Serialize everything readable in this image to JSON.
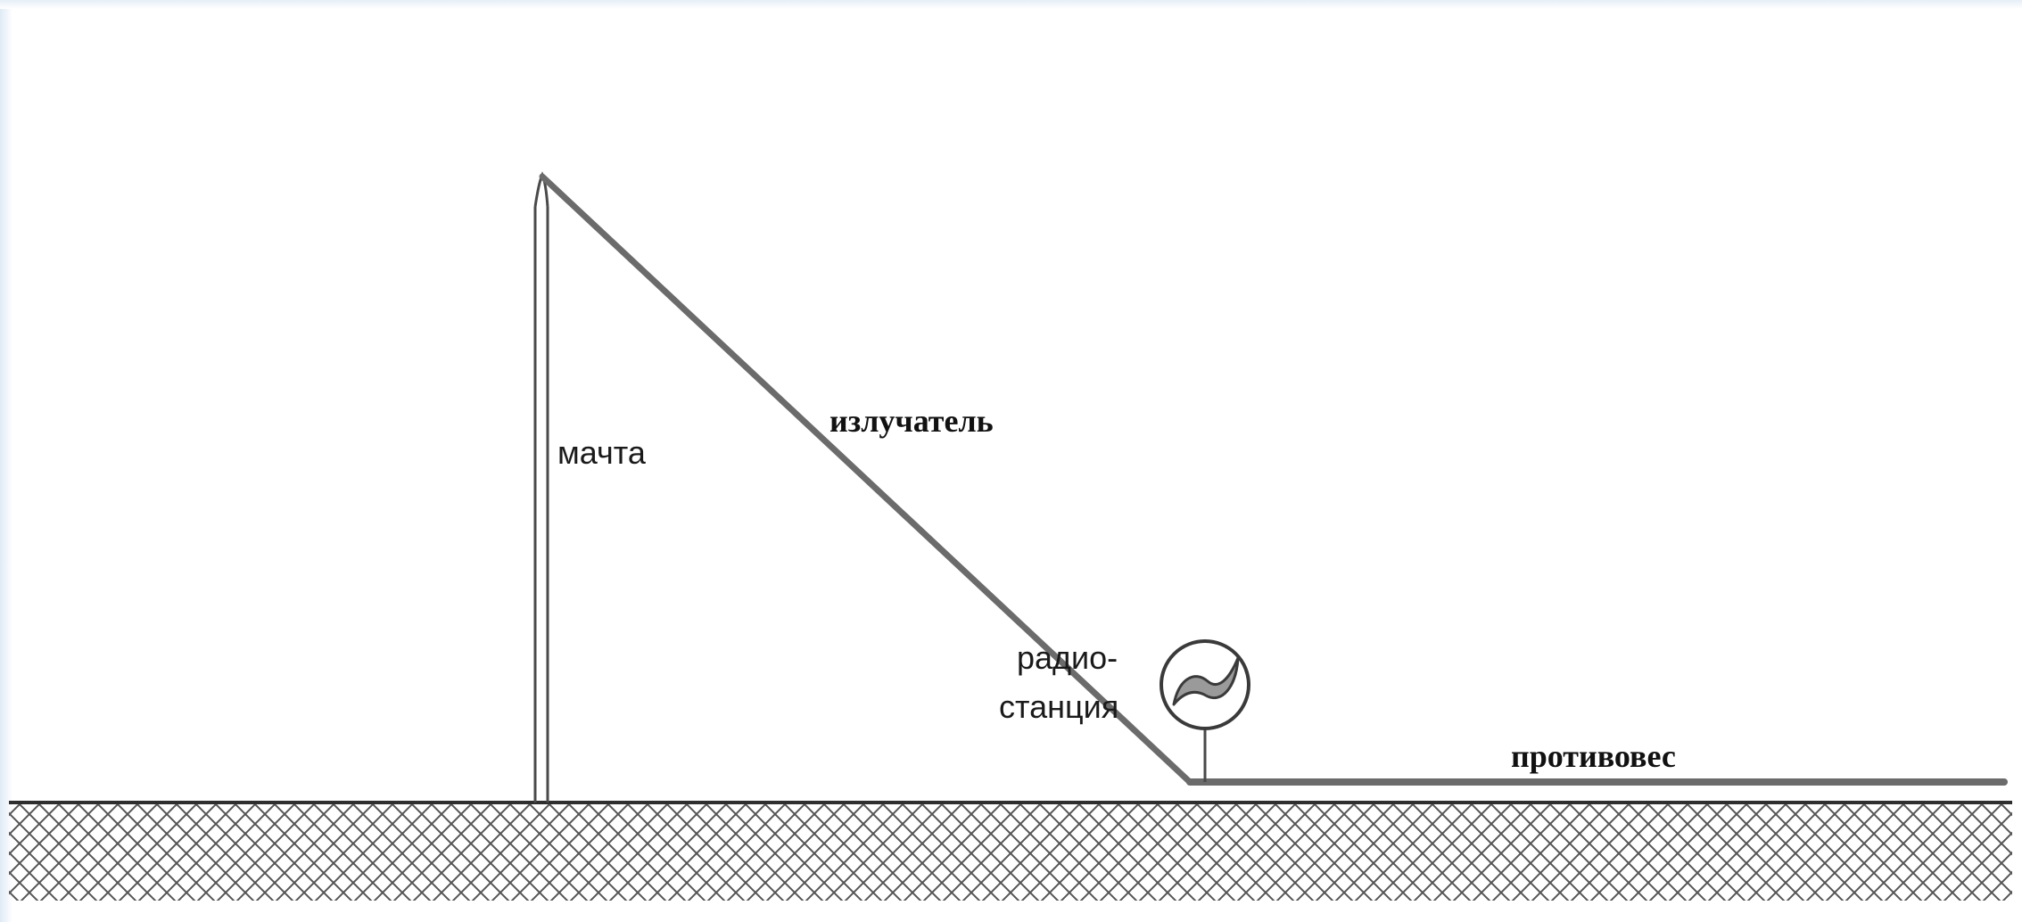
{
  "labels": {
    "mast": "мачта",
    "radiator": "излучатель",
    "radio_line1": "радио-",
    "radio_line2": "станция",
    "counterweight": "противовес"
  },
  "colors": {
    "wire": "#6b6b6b",
    "mast": "#4a4a4a",
    "ground_hatch": "#555555",
    "ground_line": "#2f2f2f",
    "text": "#1a1a1a"
  },
  "icons": {
    "radio_station": "sine-wave-circle-icon"
  }
}
